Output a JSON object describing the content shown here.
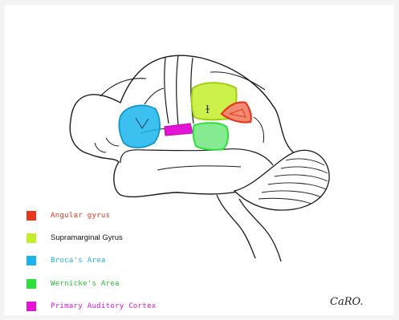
{
  "legend": [
    {
      "label": "Angular gyrus",
      "color": "#e8371d"
    },
    {
      "label": "Supramarginal Gyrus",
      "color": "#c4ee2c"
    },
    {
      "label": "Broca's Area",
      "color": "#19b5ec"
    },
    {
      "label": "Wernicke's Area",
      "color": "#2ee03a"
    },
    {
      "label": "Primary Auditory Cortex",
      "color": "#e414d6"
    }
  ],
  "region_marks": {
    "supramarginal": "ɫ"
  },
  "signature": "CaRO."
}
